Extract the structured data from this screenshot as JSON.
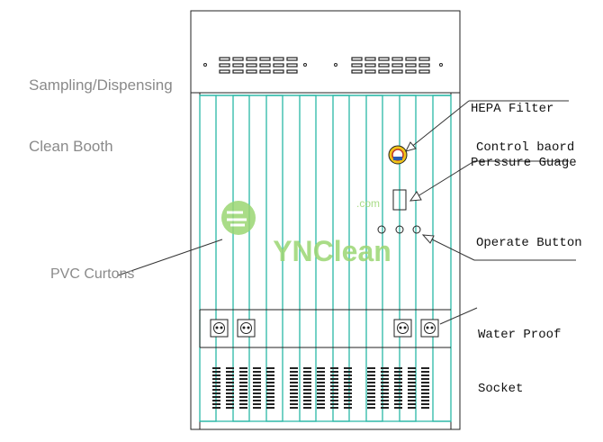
{
  "title": {
    "line1": "Sampling/Dispensing",
    "line2": "Clean Booth"
  },
  "labels": {
    "hepa_line1": "HEPA Filter",
    "hepa_line2": "Perssure Guage",
    "control": "Control baord",
    "operate": "Operate Button",
    "socket_line1": "Water Proof",
    "socket_line2": "Socket",
    "pvc": "PVC Curtons"
  },
  "watermark": {
    "brand": "YNClean",
    "domain": ".com"
  },
  "colors": {
    "curtain": "#2ab8a6",
    "outline": "#222222",
    "watermark": "#7ccf5a",
    "gauge": "#f0c419"
  },
  "icons": [
    "gauge-icon",
    "socket-icon",
    "button-icon",
    "vent-grille",
    "watermark-logo"
  ]
}
